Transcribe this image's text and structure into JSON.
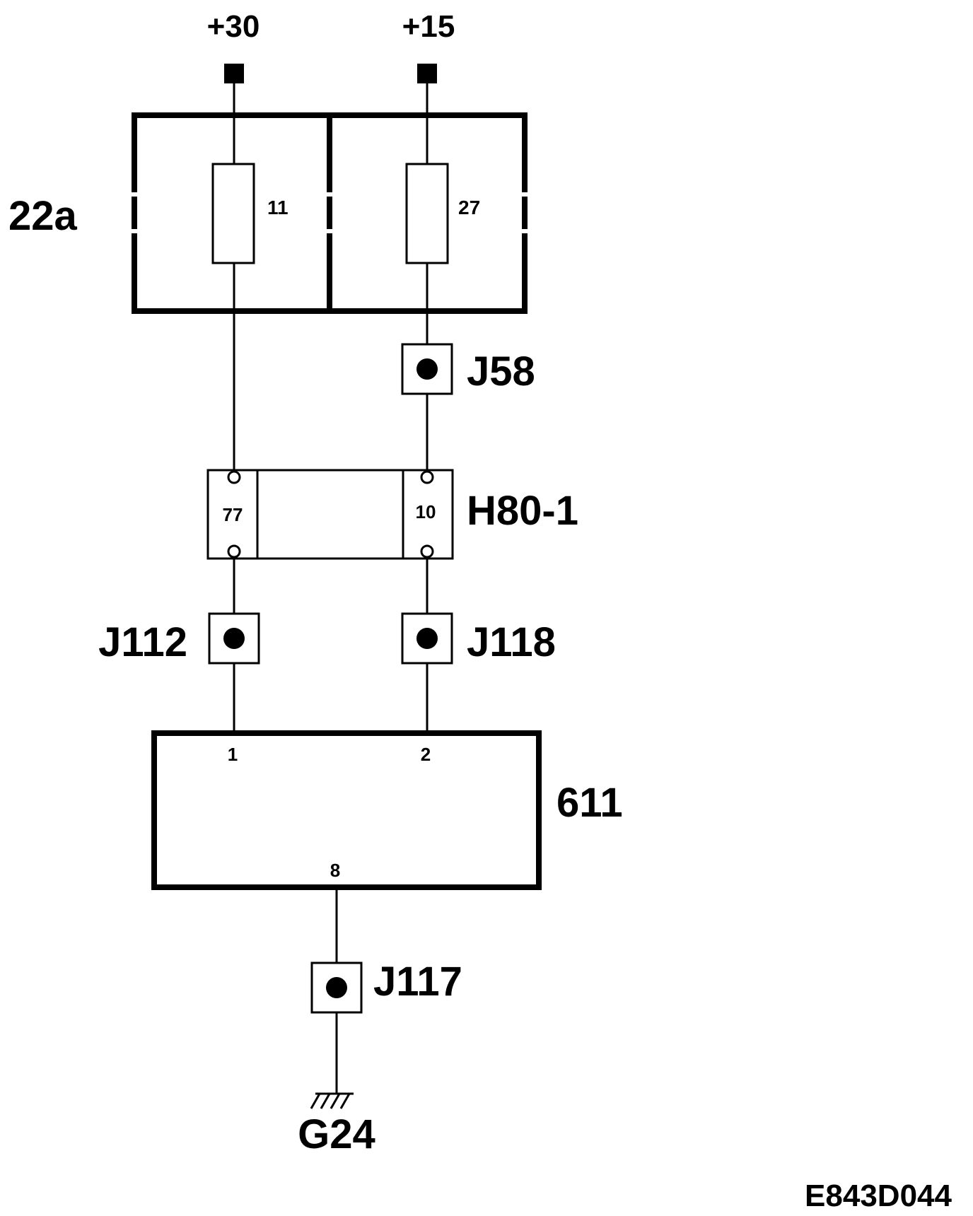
{
  "power": {
    "plus30": "+30",
    "plus15": "+15"
  },
  "fusebox": {
    "label": "22a",
    "fuse_left": "11",
    "fuse_right": "27"
  },
  "connectors": {
    "j58": "J58",
    "h80": {
      "label": "H80-1",
      "pin_left": "77",
      "pin_right": "10"
    },
    "j112": "J112",
    "j118": "J118",
    "j117": "J117"
  },
  "module": {
    "label": "611",
    "pin1": "1",
    "pin2": "2",
    "pin8": "8"
  },
  "ground": {
    "label": "G24"
  },
  "drawing_code": "E843D044"
}
